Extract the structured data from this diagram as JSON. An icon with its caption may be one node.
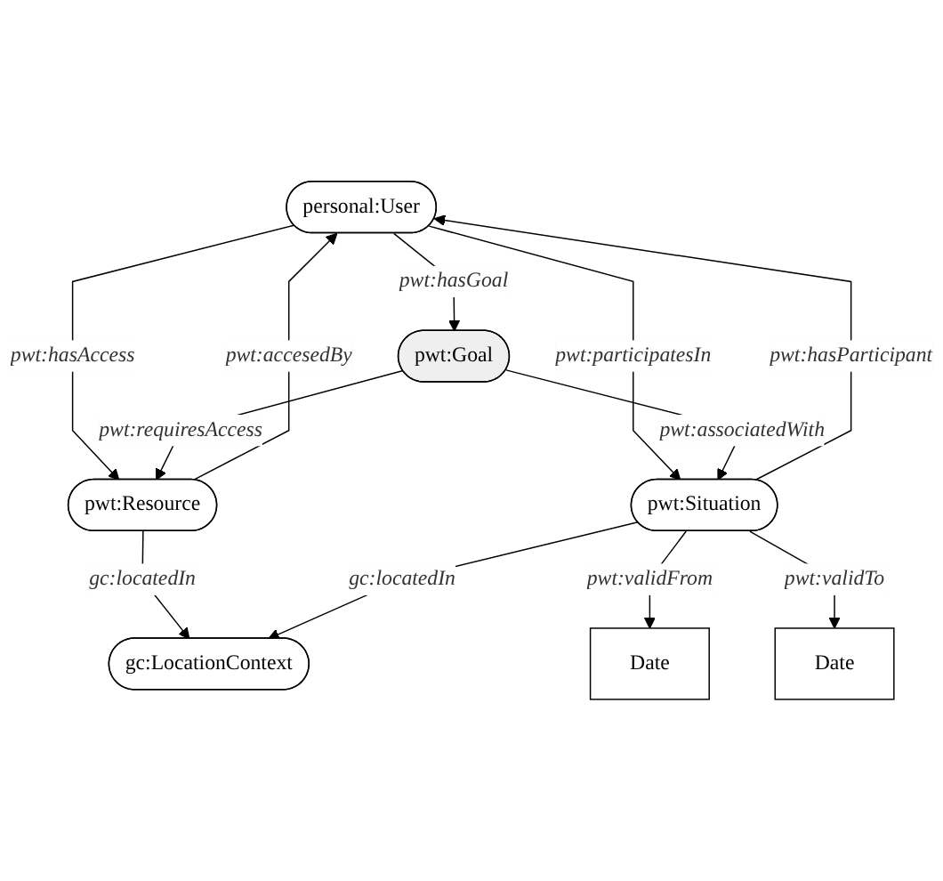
{
  "diagram": {
    "nodes": [
      {
        "text": [
          "personal:User"
        ]
      },
      {
        "text": [
          "pwt:Goal"
        ]
      },
      {
        "text": [
          "pwt:Resource"
        ]
      },
      {
        "text": [
          "pwt:Situation"
        ]
      },
      {
        "text": [
          "gc:LocationContext"
        ]
      },
      {
        "text": [
          "Date"
        ]
      },
      {
        "text": [
          "Date"
        ]
      }
    ],
    "edges": [
      {
        "from": 0,
        "to": 2,
        "arrow": "to",
        "label": "pwt:hasAccess"
      },
      {
        "from": 0,
        "to": 3,
        "arrow": "to",
        "label": "pwt:participatesIn"
      },
      {
        "from": 3,
        "to": 0,
        "arrow": "to",
        "label": "pwt:hasParticipant"
      },
      {
        "from": 2,
        "to": 0,
        "arrow": "to",
        "label": "pwt:accesedBy"
      },
      {
        "from": 0,
        "to": 1,
        "arrow": "to",
        "label": "pwt:hasGoal"
      },
      {
        "from": 1,
        "to": 3,
        "arrow": "to",
        "label": "pwt:associatedWith"
      },
      {
        "from": 1,
        "to": 2,
        "arrow": "to",
        "label": "pwt:requiresAccess"
      },
      {
        "from": 2,
        "to": 4,
        "arrow": "to",
        "label": "gc:locatedIn"
      },
      {
        "from": 3,
        "to": 4,
        "arrow": "to",
        "label": "gc:locatedIn"
      },
      {
        "from": 3,
        "to": 5,
        "arrow": "to",
        "label": "pwt:validFrom"
      },
      {
        "from": 3,
        "to": 6,
        "arrow": "to",
        "label": "pwt:validTo"
      }
    ]
  }
}
